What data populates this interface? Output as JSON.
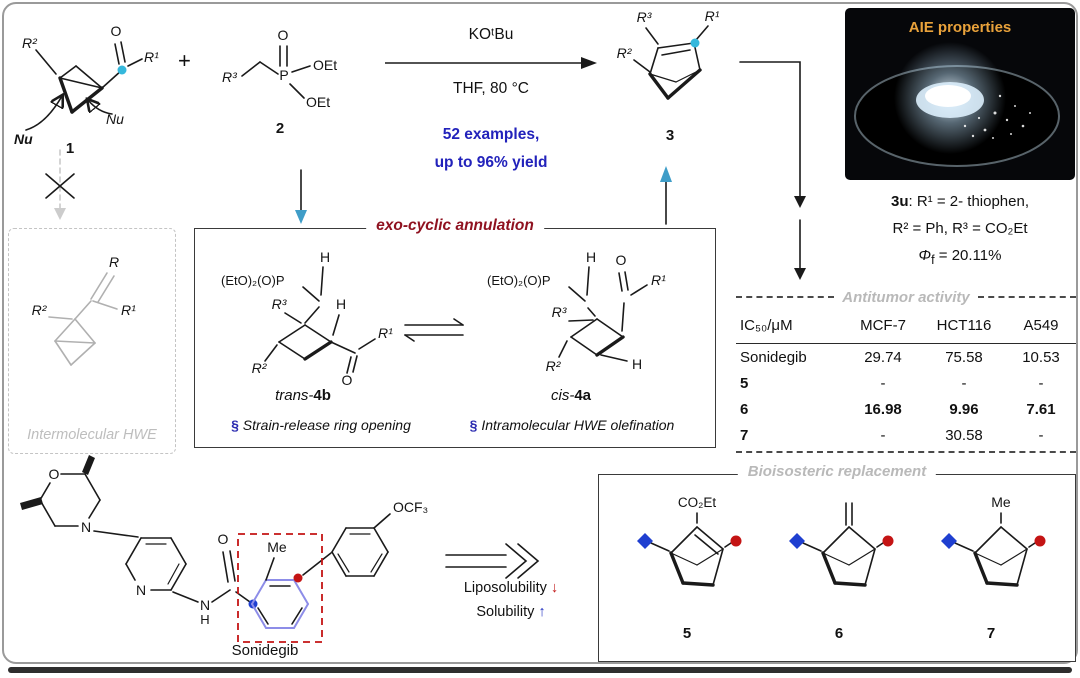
{
  "reaction": {
    "compound1": {
      "r2": "R²",
      "o": "O",
      "r1": "R¹",
      "nu_blue": "Nu",
      "nu_gray": "Nu",
      "label": "1"
    },
    "plus": "+",
    "compound2": {
      "r3": "R³",
      "p": "P",
      "o": "O",
      "oet1": "OEt",
      "oet2": "OEt",
      "label": "2"
    },
    "conditions": {
      "reagent": "KOᵗBu",
      "solvent": "THF, 80 °C"
    },
    "highlight": {
      "line1": "52 examples,",
      "line2": "up to 96% yield"
    },
    "compound3": {
      "r3": "R³",
      "r1": "R¹",
      "r2": "R²",
      "label": "3"
    }
  },
  "aie": {
    "title": "AIE properties",
    "note": {
      "bold": "3u",
      "line1_rest": ": R¹ = 2- thiophen,",
      "line2": "R² = Ph, R³ = CO₂Et",
      "phi": "Φ",
      "phi_sub": "f",
      "phi_rest": " = 20.11%"
    }
  },
  "hwe": {
    "r": "R",
    "r1": "R¹",
    "r2": "R²",
    "caption": "Intermolecular HWE"
  },
  "annulation": {
    "title": "exo-cyclic annulation",
    "trans": {
      "phosphonate": "(EtO)₂(O)P",
      "h_top": "H",
      "r3": "R³",
      "r2": "R²",
      "h_ring": "H",
      "o": "O",
      "r1": "R¹",
      "label_prefix": "trans-",
      "label_num": "4b"
    },
    "cis": {
      "phosphonate": "(EtO)₂(O)P",
      "h_top": "H",
      "o": "O",
      "r1": "R¹",
      "r3": "R³",
      "r2": "R²",
      "h_ring": "H",
      "label_prefix": "cis-",
      "label_num": "4a"
    },
    "bullet1": {
      "mark": "§",
      "text": " Strain-release ring opening"
    },
    "bullet2": {
      "mark": "§",
      "text": " Intramolecular HWE olefination"
    }
  },
  "table": {
    "title": "Antitumor activity",
    "col_header": "IC₅₀/μM",
    "headers": [
      "MCF-7",
      "HCT116",
      "A549"
    ],
    "rows": [
      {
        "name": "Sonidegib",
        "v0": "29.74",
        "v1": "75.58",
        "v2": "10.53"
      },
      {
        "name": "5",
        "v0": "-",
        "v1": "-",
        "v2": "-"
      },
      {
        "name": "6",
        "v0": "16.98",
        "v1": "9.96",
        "v2": "7.61"
      },
      {
        "name": "7",
        "v0": "-",
        "v1": "30.58",
        "v2": "-"
      }
    ]
  },
  "sonidegib": {
    "morpholine_o": "O",
    "morpholine_n": "N",
    "pyridine_n": "N",
    "amide_n": "N",
    "amide_h": "H",
    "amide_o": "O",
    "me": "Me",
    "ocf3": "OCF₃",
    "label": "Sonidegib"
  },
  "transform": {
    "lipo_label": "Liposolubility ",
    "lipo_arrow": "↓",
    "sol_label": "Solubility ",
    "sol_arrow": "↑"
  },
  "bio": {
    "title": "Bioisosteric replacement",
    "c5": {
      "sub": "CO₂Et",
      "label": "5"
    },
    "c6": {
      "label": "6"
    },
    "c7": {
      "sub": "Me",
      "label": "7"
    }
  }
}
